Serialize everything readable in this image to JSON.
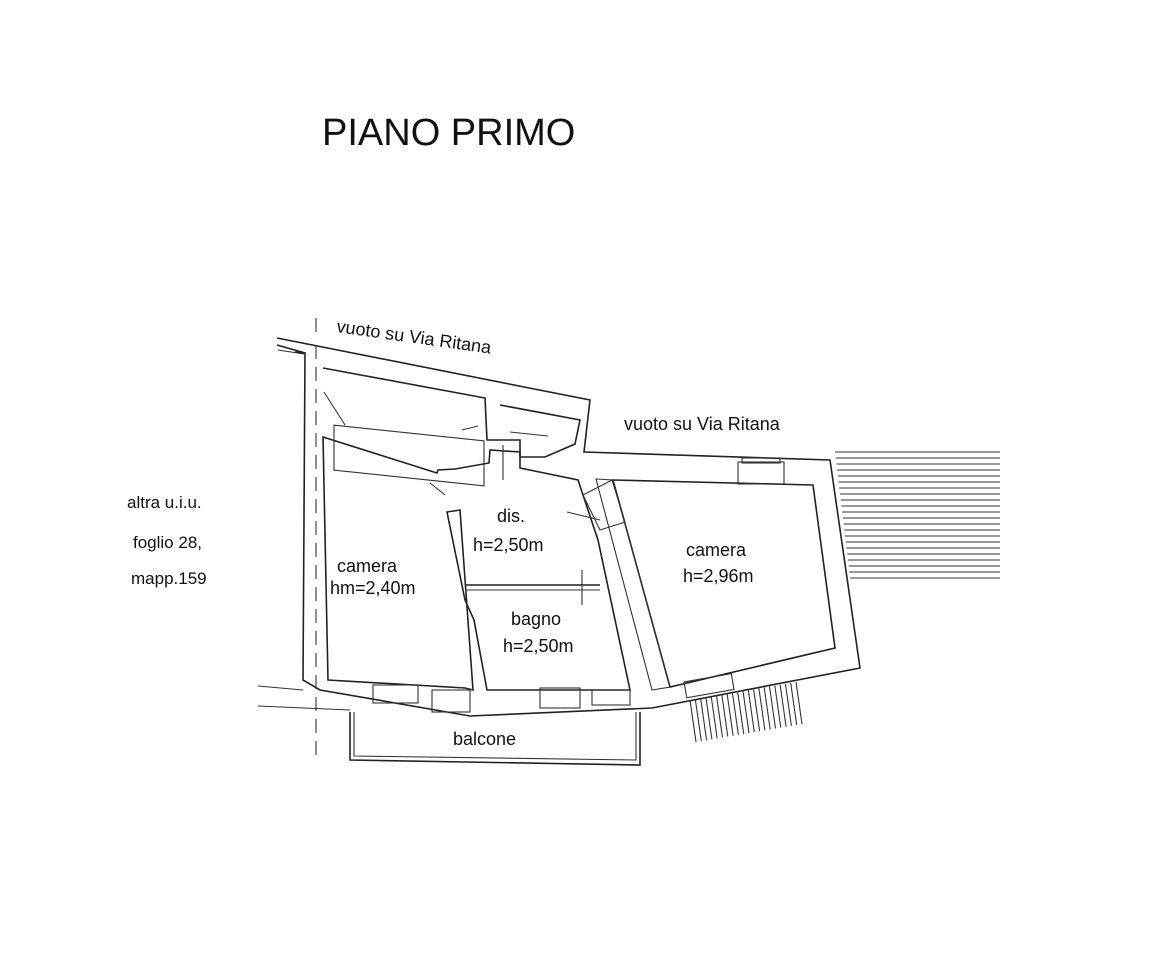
{
  "title": "PIANO PRIMO",
  "side_note": {
    "line1": "altra u.i.u.",
    "line2": "foglio 28,",
    "line3": "mapp.159"
  },
  "street_labels": {
    "top_left": "vuoto su Via Ritana",
    "top_right": "vuoto su Via Ritana"
  },
  "rooms": [
    {
      "name": "camera",
      "height": "hm=2,40m"
    },
    {
      "name": "dis.",
      "height": "h=2,50m"
    },
    {
      "name": "bagno",
      "height": "h=2,50m"
    },
    {
      "name": "camera",
      "height": "h=2,96m"
    }
  ],
  "balcony": "balcone"
}
